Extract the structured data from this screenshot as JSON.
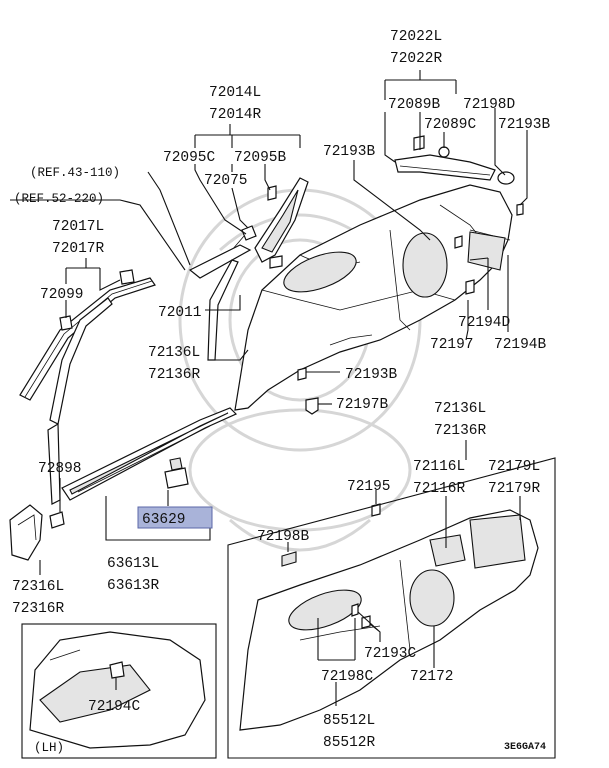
{
  "labels": {
    "p72022": [
      "72022L",
      "72022R"
    ],
    "p72089B": "72089B",
    "p72198D": "72198D",
    "p72089C": "72089C",
    "p72193B_top": "72193B",
    "p72014": [
      "72014L",
      "72014R"
    ],
    "p72095C": "72095C",
    "p72095B": "72095B",
    "p72193B_mid": "72193B",
    "p72075": "72075",
    "ref43": "(REF.43-110)",
    "ref52": "(REF.52-220)",
    "p72017": [
      "72017L",
      "72017R"
    ],
    "p72099": "72099",
    "p72011": "72011",
    "p72194D": "72194D",
    "p72136_upper": [
      "72136L",
      "72136R"
    ],
    "p72197": "72197",
    "p72194B": "72194B",
    "p72193B_low": "72193B",
    "p72197B": "72197B",
    "p72136_lower": [
      "72136L",
      "72136R"
    ],
    "p72898": "72898",
    "p72116": [
      "72116L",
      "72116R"
    ],
    "p72179": [
      "72179L",
      "72179R"
    ],
    "p72195": "72195",
    "p63629": "63629",
    "p72198B": "72198B",
    "p63613": [
      "63613L",
      "63613R"
    ],
    "p72316": [
      "72316L",
      "72316R"
    ],
    "p72193C": "72193C",
    "p72198C": "72198C",
    "p72172": "72172",
    "p72194C": "72194C",
    "p85512": [
      "85512L",
      "85512R"
    ],
    "lh": "(LH)",
    "code": "3E6GA74"
  },
  "colors": {
    "highlight_fill": "#a9b3d9",
    "highlight_stroke": "#5b67a8",
    "ink": "#111111"
  }
}
